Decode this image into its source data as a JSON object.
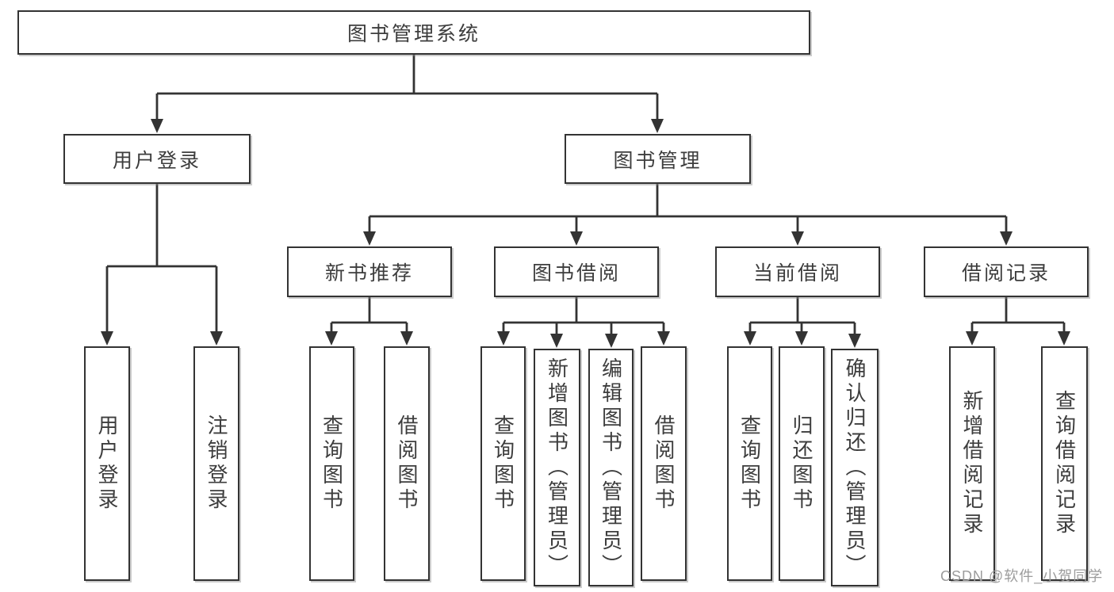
{
  "diagram": {
    "root": {
      "label": "图书管理系统"
    },
    "level1": [
      {
        "label": "用户登录"
      },
      {
        "label": "图书管理"
      }
    ],
    "level2": [
      {
        "label": "新书推荐"
      },
      {
        "label": "图书借阅"
      },
      {
        "label": "当前借阅"
      },
      {
        "label": "借阅记录"
      }
    ],
    "leaves": {
      "user_login": [
        {
          "label": "用户登录"
        },
        {
          "label": "注销登录"
        }
      ],
      "new_book": [
        {
          "label": "查询图书"
        },
        {
          "label": "借阅图书"
        }
      ],
      "book_borrow": [
        {
          "label": "查询图书"
        },
        {
          "label": "新增图书（管理员）"
        },
        {
          "label": "编辑图书（管理员）"
        },
        {
          "label": "借阅图书"
        }
      ],
      "current_borrow": [
        {
          "label": "查询图书"
        },
        {
          "label": "归还图书"
        },
        {
          "label": "确认归还（管理员）"
        }
      ],
      "borrow_record": [
        {
          "label": "新增借阅记录"
        },
        {
          "label": "查询借阅记录"
        }
      ]
    }
  },
  "watermark": "CSDN @软件_小贺同学",
  "colors": {
    "line": "#333333",
    "text": "#3d3d3d",
    "box_background": "#ffffff",
    "watermark": "#9c9c9c"
  }
}
